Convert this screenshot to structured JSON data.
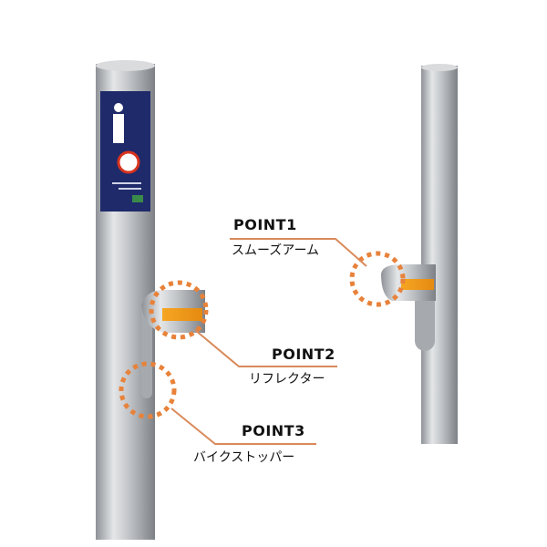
{
  "points": [
    {
      "title": "POINT1",
      "label": "スムーズアーム"
    },
    {
      "title": "POINT2",
      "label": "リフレクター"
    },
    {
      "title": "POINT3",
      "label": "バイクストッパー"
    }
  ],
  "colors": {
    "accent": "#e8823a",
    "leader": "#d98a5a",
    "sign": "#1f2a6b",
    "pole": "#b8bcc0"
  }
}
